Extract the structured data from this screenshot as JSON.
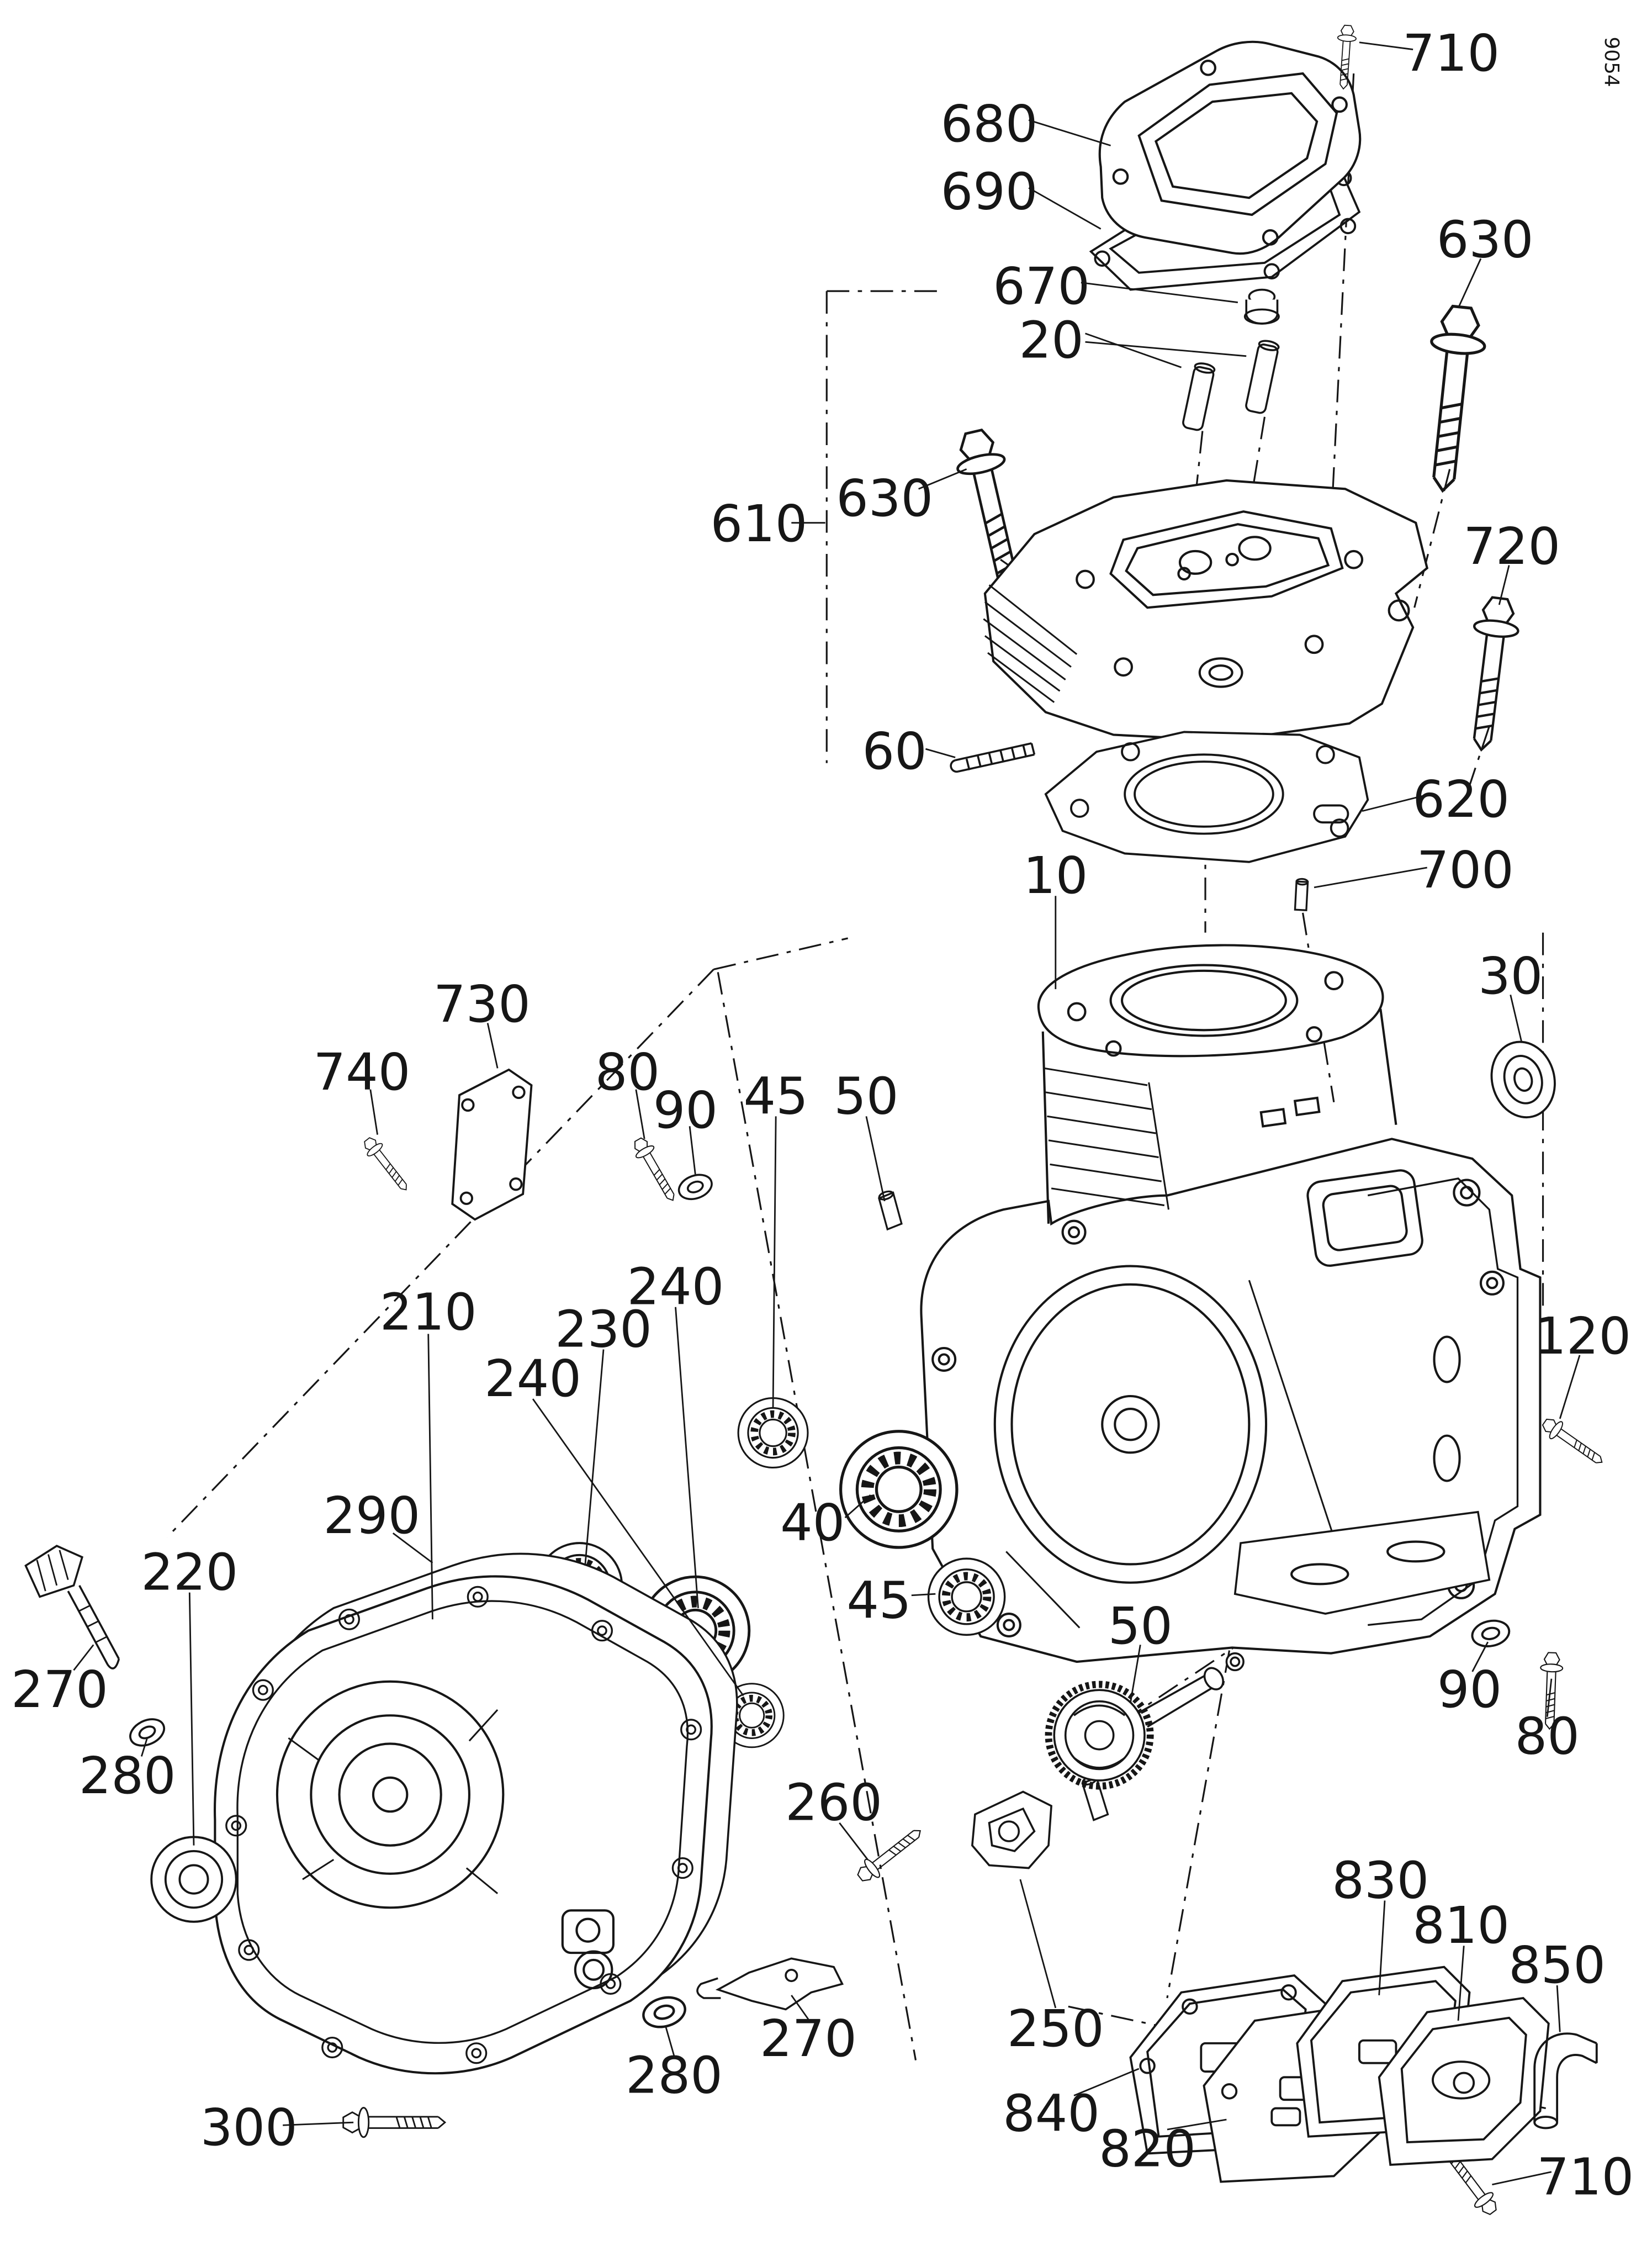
{
  "doc_number": "9054",
  "colors": {
    "line": "#161616",
    "background": "#ffffff"
  },
  "labels": [
    {
      "text": "710"
    },
    {
      "text": "680"
    },
    {
      "text": "690"
    },
    {
      "text": "670"
    },
    {
      "text": "20"
    },
    {
      "text": "630"
    },
    {
      "text": "630"
    },
    {
      "text": "610"
    },
    {
      "text": "720"
    },
    {
      "text": "60"
    },
    {
      "text": "620"
    },
    {
      "text": "10"
    },
    {
      "text": "700"
    },
    {
      "text": "30"
    },
    {
      "text": "730"
    },
    {
      "text": "740"
    },
    {
      "text": "80"
    },
    {
      "text": "90"
    },
    {
      "text": "45"
    },
    {
      "text": "50"
    },
    {
      "text": "210"
    },
    {
      "text": "240"
    },
    {
      "text": "230"
    },
    {
      "text": "240"
    },
    {
      "text": "120"
    },
    {
      "text": "290"
    },
    {
      "text": "220"
    },
    {
      "text": "270"
    },
    {
      "text": "280"
    },
    {
      "text": "40"
    },
    {
      "text": "45"
    },
    {
      "text": "50"
    },
    {
      "text": "90"
    },
    {
      "text": "80"
    },
    {
      "text": "260"
    },
    {
      "text": "250"
    },
    {
      "text": "830"
    },
    {
      "text": "810"
    },
    {
      "text": "850"
    },
    {
      "text": "840"
    },
    {
      "text": "820"
    },
    {
      "text": "710"
    },
    {
      "text": "270"
    },
    {
      "text": "280"
    },
    {
      "text": "300"
    }
  ]
}
